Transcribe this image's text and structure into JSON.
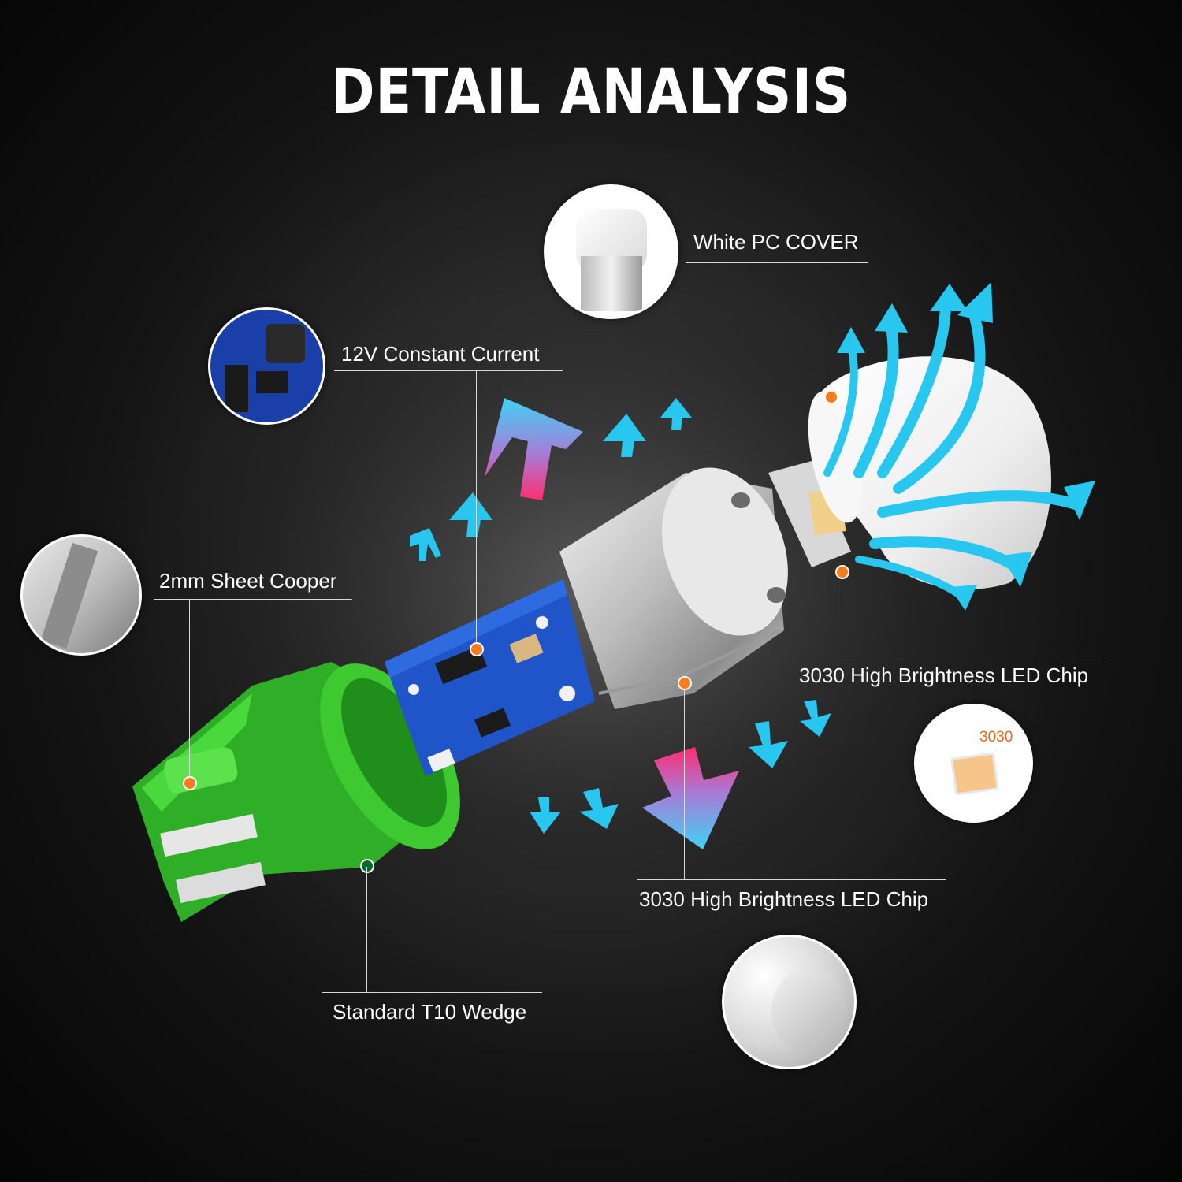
{
  "title": "DETAIL ANALYSIS",
  "labels": {
    "cover": "White PC COVER",
    "constant_current": "12V Constant Current",
    "sheet_cooper": "2mm Sheet Cooper",
    "led_chip_right": "3030 High Brightness LED Chip",
    "led_chip_bottom": "3030 High Brightness LED Chip",
    "wedge": "Standard T10 Wedge"
  },
  "chip_marking": "3030",
  "colors": {
    "base_green": "#3dc92f",
    "arrow_cyan": "#27c7ef",
    "marker_orange": "#ff7a1a",
    "pcb_blue": "#1f55c8"
  }
}
